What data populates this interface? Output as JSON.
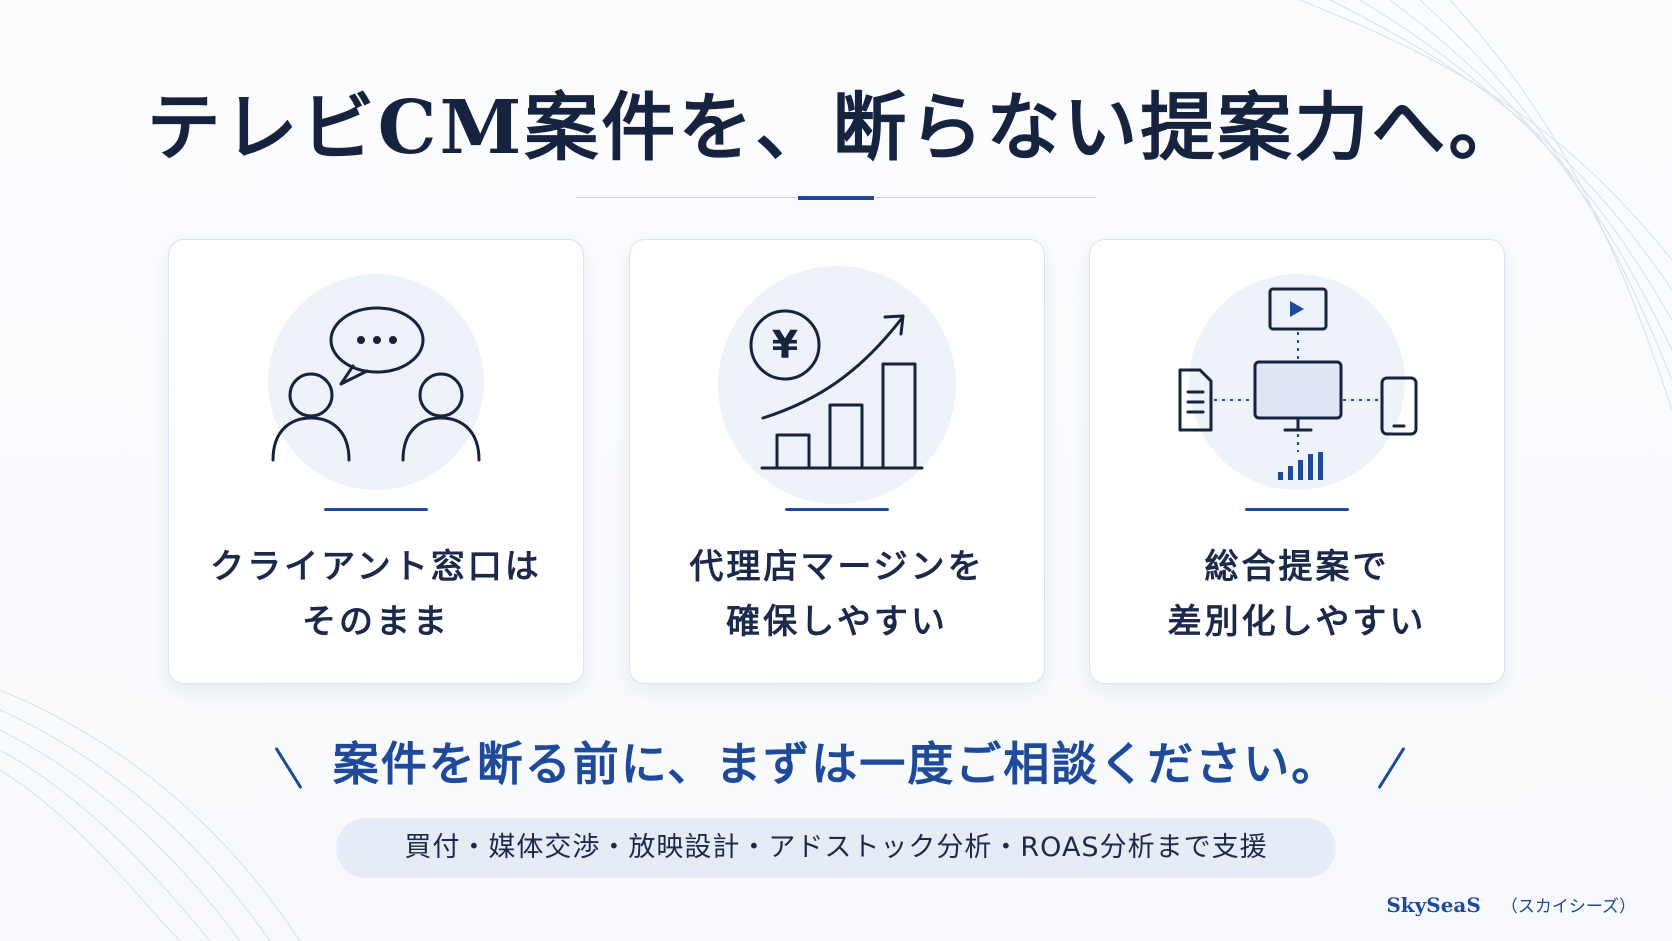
{
  "headline": "テレビCM案件を、断らない提案力へ。",
  "cards": [
    {
      "icon": "conversation-icon",
      "line1": "クライアント窓口は",
      "line2": "そのまま"
    },
    {
      "icon": "yen-growth-chart-icon",
      "line1": "代理店マージンを",
      "line2": "確保しやすい",
      "yen_symbol": "¥"
    },
    {
      "icon": "multi-device-network-icon",
      "line1": "総合提案で",
      "line2": "差別化しやすい"
    }
  ],
  "cta": "案件を断る前に、まずは一度ご相談ください。",
  "services": "買付・媒体交渉・放映設計・アドストック分析・ROAS分析まで支援",
  "brand": {
    "name": "SkySeaS",
    "kana": "（スカイシーズ）"
  },
  "colors": {
    "navy": "#16233f",
    "accent": "#1f4a99",
    "pill": "#e6ecf6"
  }
}
